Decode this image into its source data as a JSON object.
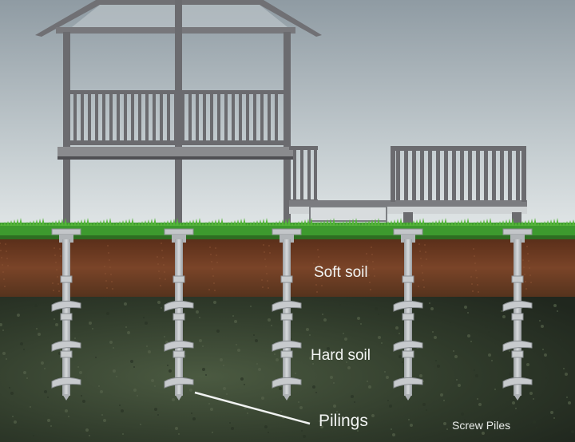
{
  "labels": {
    "soft_soil": "Soft soil",
    "hard_soil": "Hard soil",
    "pilings": "Pilings",
    "caption": "Screw Piles"
  },
  "colors": {
    "sky_top": "#9aa6ad",
    "sky_bottom": "#d9dfe1",
    "grass": "#3f9c2f",
    "soft_soil": "#6b3a22",
    "hard_soil": "#34422e",
    "structure": "#6a6a6d",
    "pile": "#b9bcc0",
    "label_text": "#f3f5f4"
  },
  "icons": [
    "house-icon",
    "deck-icon",
    "screw-pile-icon"
  ]
}
